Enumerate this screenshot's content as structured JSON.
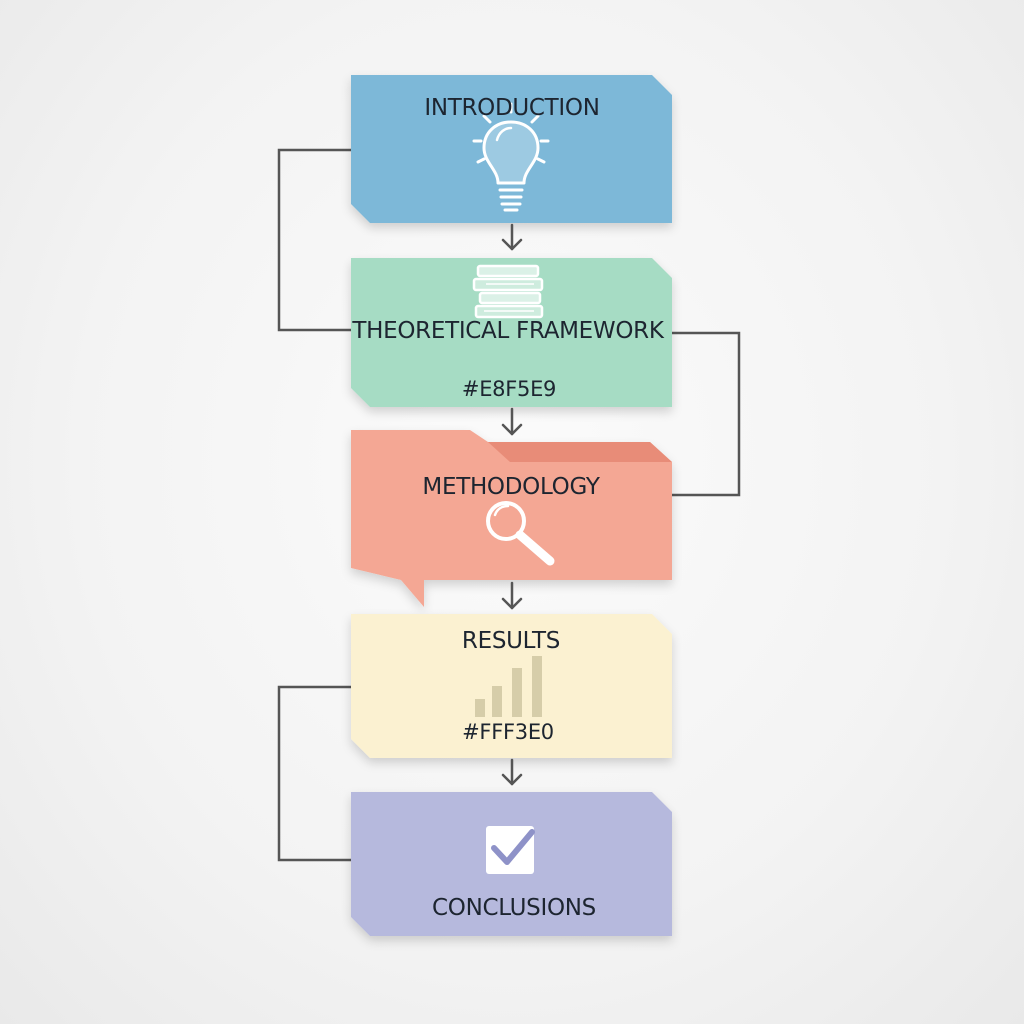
{
  "diagram": {
    "steps": [
      {
        "label": "INTRODUCTION",
        "color": "#7DB8D8",
        "icon": "lightbulb-icon"
      },
      {
        "label": "THEORETICAL FRAMEWORK",
        "color": "#A6DCC4",
        "icon": "books-icon",
        "note": "#E8F5E9"
      },
      {
        "label": "METHODOLOGY",
        "color": "#F4A794",
        "icon": "magnifier-icon"
      },
      {
        "label": "RESULTS",
        "color": "#FBF1D1",
        "icon": "bar-chart-icon",
        "note": "#FFF3E0"
      },
      {
        "label": "CONCLUSIONS",
        "color": "#B6B9DD",
        "icon": "checkbox-icon"
      }
    ],
    "connector_color": "#555555"
  }
}
